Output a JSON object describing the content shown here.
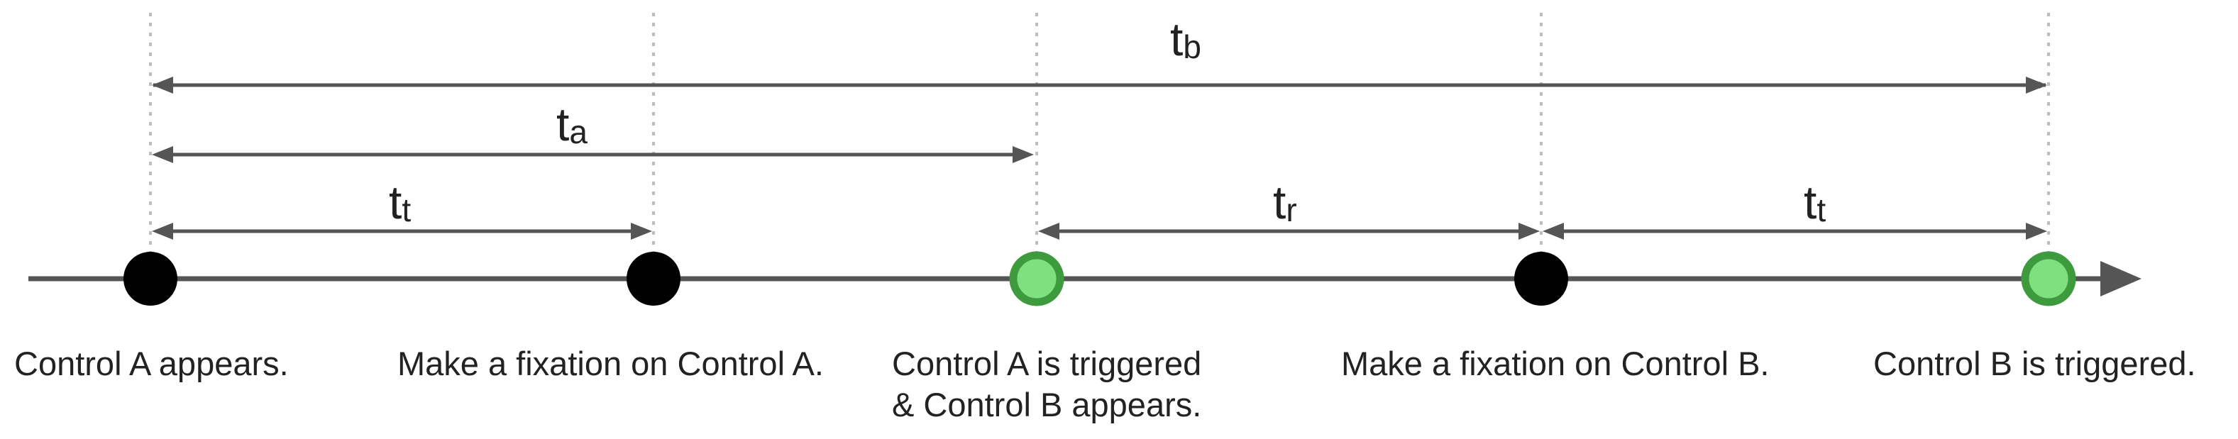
{
  "colors": {
    "line": "#555555",
    "guide": "#bdbdbd",
    "event_black": "#000000",
    "event_green_fill": "#7ee07e",
    "event_green_ring": "#3d9a3d",
    "text": "#222222"
  },
  "events": [
    {
      "id": "control-a-appears",
      "label": "Control A appears.",
      "kind": "black"
    },
    {
      "id": "fixation-a",
      "label": "Make a fixation on Control A.",
      "kind": "black"
    },
    {
      "id": "control-a-triggered",
      "label_lines": [
        "Control A is triggered",
        "& Control B appears."
      ],
      "kind": "green"
    },
    {
      "id": "fixation-b",
      "label": "Make a fixation on Control B.",
      "kind": "black"
    },
    {
      "id": "control-b-triggered",
      "label": "Control B is triggered.",
      "kind": "green"
    }
  ],
  "spans": [
    {
      "id": "tb",
      "base": "t",
      "sub": "b",
      "from_event": 0,
      "to_event": 4
    },
    {
      "id": "ta",
      "base": "t",
      "sub": "a",
      "from_event": 0,
      "to_event": 2
    },
    {
      "id": "tt1",
      "base": "t",
      "sub": "t",
      "from_event": 0,
      "to_event": 1
    },
    {
      "id": "tr",
      "base": "t",
      "sub": "r",
      "from_event": 2,
      "to_event": 3
    },
    {
      "id": "tt2",
      "base": "t",
      "sub": "t",
      "from_event": 3,
      "to_event": 4
    }
  ]
}
